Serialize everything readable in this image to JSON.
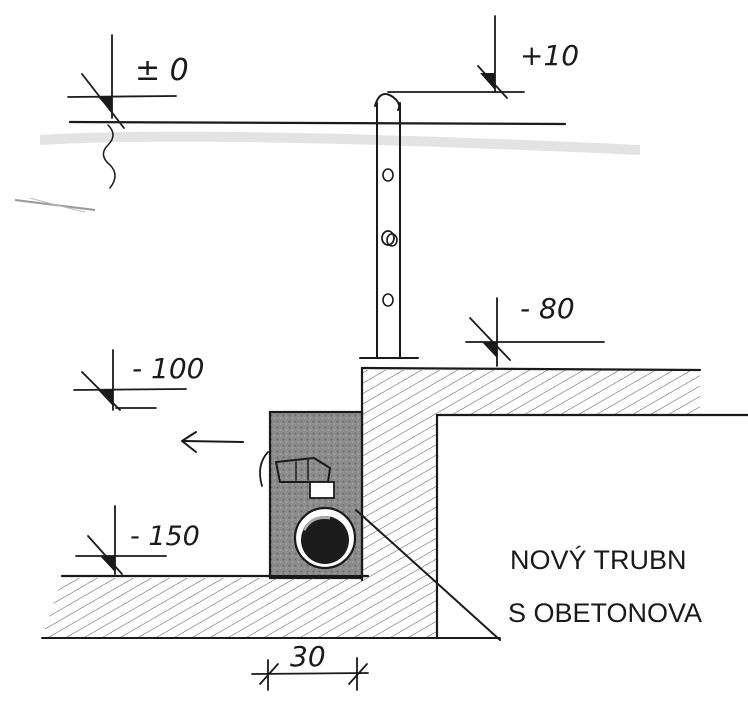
{
  "levels": {
    "ground": "± 0",
    "post_top": "+10",
    "slab_top": "- 80",
    "channel_top": "- 100",
    "channel_bottom": "- 150"
  },
  "dimension": "30",
  "caption": {
    "line1": "NOVÝ TRUBN",
    "line2": "S OBETONOVA"
  }
}
